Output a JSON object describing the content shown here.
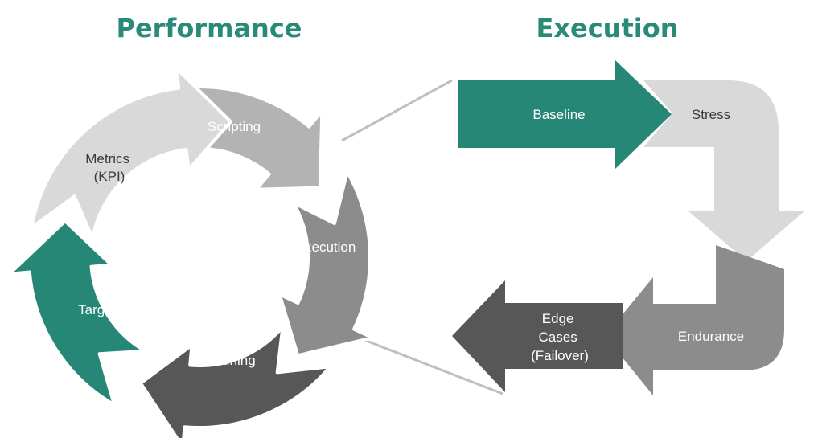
{
  "titles": {
    "left": "Performance",
    "right": "Execution"
  },
  "cycle": {
    "segments": [
      {
        "key": "scripting",
        "label": [
          "Scripting"
        ],
        "color": "#b3b3b3",
        "text_color": "#ffffff"
      },
      {
        "key": "execution",
        "label": [
          "Execution"
        ],
        "color": "#8c8c8c",
        "text_color": "#ffffff"
      },
      {
        "key": "tuning",
        "label": [
          "Tuning"
        ],
        "color": "#575757",
        "text_color": "#ffffff"
      },
      {
        "key": "targets",
        "label": [
          "Targets"
        ],
        "color": "#268776",
        "text_color": "#ffffff"
      },
      {
        "key": "metrics",
        "label": [
          "Metrics",
          "(KPI)"
        ],
        "color": "#d9d9d9",
        "text_color": "#3a3a3a"
      }
    ]
  },
  "flow": {
    "baseline": {
      "label": [
        "Baseline"
      ],
      "color": "#268776"
    },
    "stress": {
      "label": [
        "Stress"
      ],
      "color": "#d9d9d9"
    },
    "endurance": {
      "label": [
        "Endurance"
      ],
      "color": "#8c8c8c"
    },
    "edge_cases": {
      "label": [
        "Edge",
        "Cases",
        "(Failover)"
      ],
      "color": "#575757"
    }
  },
  "connector_color": "#bfbfbf"
}
